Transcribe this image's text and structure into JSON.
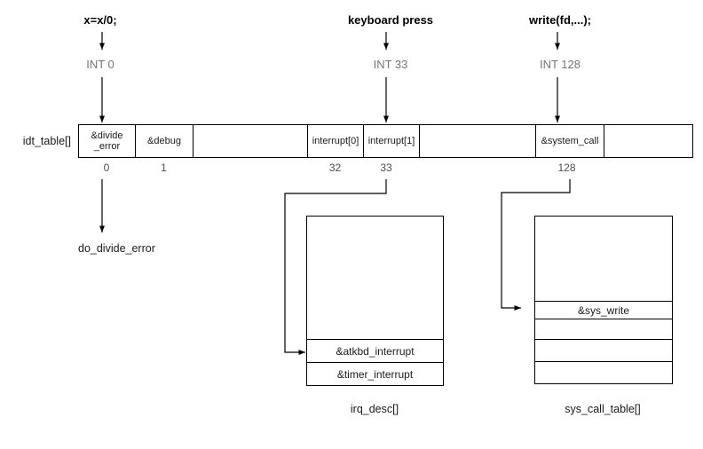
{
  "colors": {
    "line": "#000000",
    "int_label": "#757575",
    "index_label": "#4d4d4d",
    "text": "#1a1a1a"
  },
  "triggers": [
    {
      "code": "x=x/0;",
      "int": "INT 0"
    },
    {
      "code": "keyboard press",
      "int": "INT 33"
    },
    {
      "code": "write(fd,...);",
      "int": "INT 128"
    }
  ],
  "idt": {
    "label": "idt_table[]",
    "cells": [
      {
        "text": "&divide\n_error"
      },
      {
        "text": "&debug"
      },
      {
        "text": ""
      },
      {
        "text": "interrupt[0]"
      },
      {
        "text": "interrupt[1]"
      },
      {
        "text": ""
      },
      {
        "text": "&system_call"
      },
      {
        "text": ""
      }
    ],
    "indices": [
      "0",
      "1",
      "32",
      "33",
      "128"
    ]
  },
  "divide_handler": "do_divide_error",
  "irq_desc": {
    "caption": "irq_desc[]",
    "rows": [
      "",
      "&atkbd_interrupt",
      "&timer_interrupt"
    ]
  },
  "sys_call_table": {
    "caption": "sys_call_table[]",
    "rows": [
      "",
      "&sys_write",
      "",
      "",
      ""
    ]
  }
}
